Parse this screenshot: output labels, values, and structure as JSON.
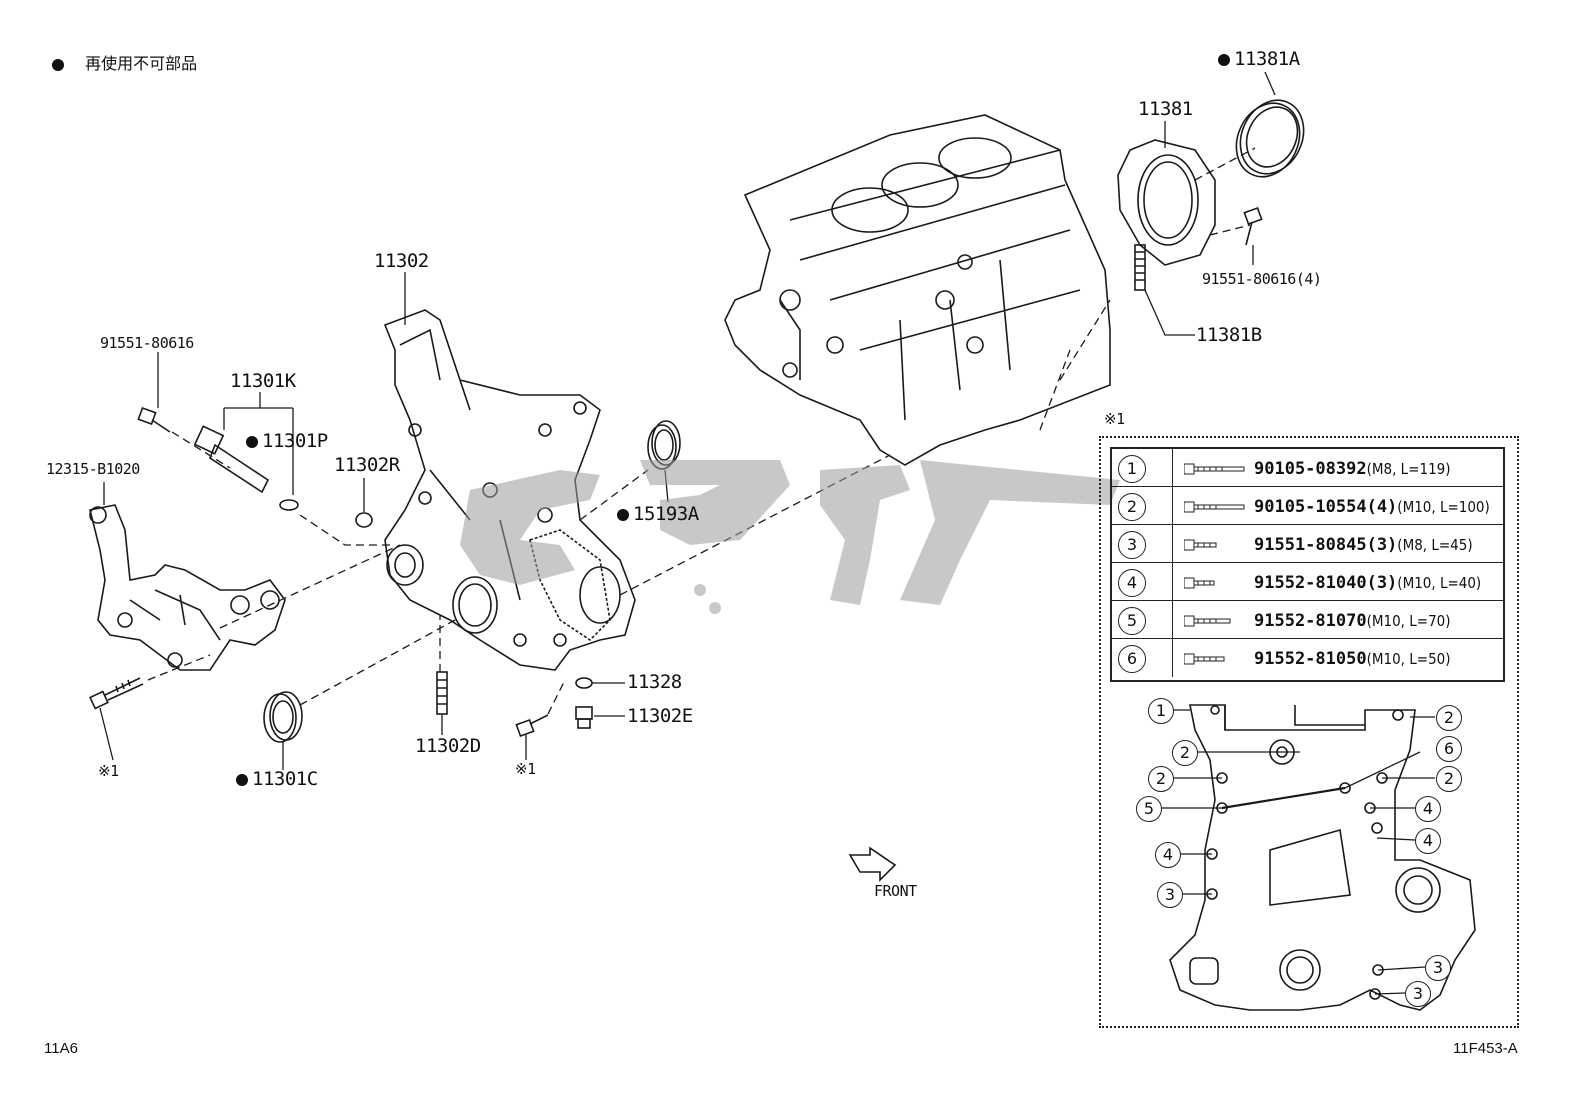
{
  "legend": {
    "bullet_meaning": "再使用不可部品"
  },
  "labels": {
    "p11381A": "11381A",
    "p11381": "11381",
    "p91551_80616_4": "91551-80616(4)",
    "p11381B": "11381B",
    "p11302": "11302",
    "p91551_80616": "91551-80616",
    "p11301K": "11301K",
    "p11301P": "11301P",
    "p11302R": "11302R",
    "p12315_B1020": "12315-B1020",
    "p15193A": "15193A",
    "p11328": "11328",
    "p11302E": "11302E",
    "p11302D": "11302D",
    "p11301C": "11301C",
    "ref1_left": "※1",
    "ref1_mid": "※1",
    "ref1_table": "※1",
    "front": "FRONT",
    "fig_left": "11A6",
    "fig_right": "11F453-A"
  },
  "bolt_table": [
    {
      "num": "1",
      "part": "90105-08392",
      "spec": "(M8, L=119)"
    },
    {
      "num": "2",
      "part": "90105-10554(4)",
      "spec": "(M10, L=100)"
    },
    {
      "num": "3",
      "part": "91551-80845(3)",
      "spec": "(M8, L=45)"
    },
    {
      "num": "4",
      "part": "91552-81040(3)",
      "spec": "(M10, L=40)"
    },
    {
      "num": "5",
      "part": "91552-81070",
      "spec": "(M10, L=70)"
    },
    {
      "num": "6",
      "part": "91552-81050",
      "spec": "(M10, L=50)"
    }
  ],
  "callouts": [
    "1",
    "2",
    "2",
    "2",
    "2",
    "5",
    "6",
    "2",
    "4",
    "4",
    "4",
    "3",
    "3",
    "3"
  ]
}
